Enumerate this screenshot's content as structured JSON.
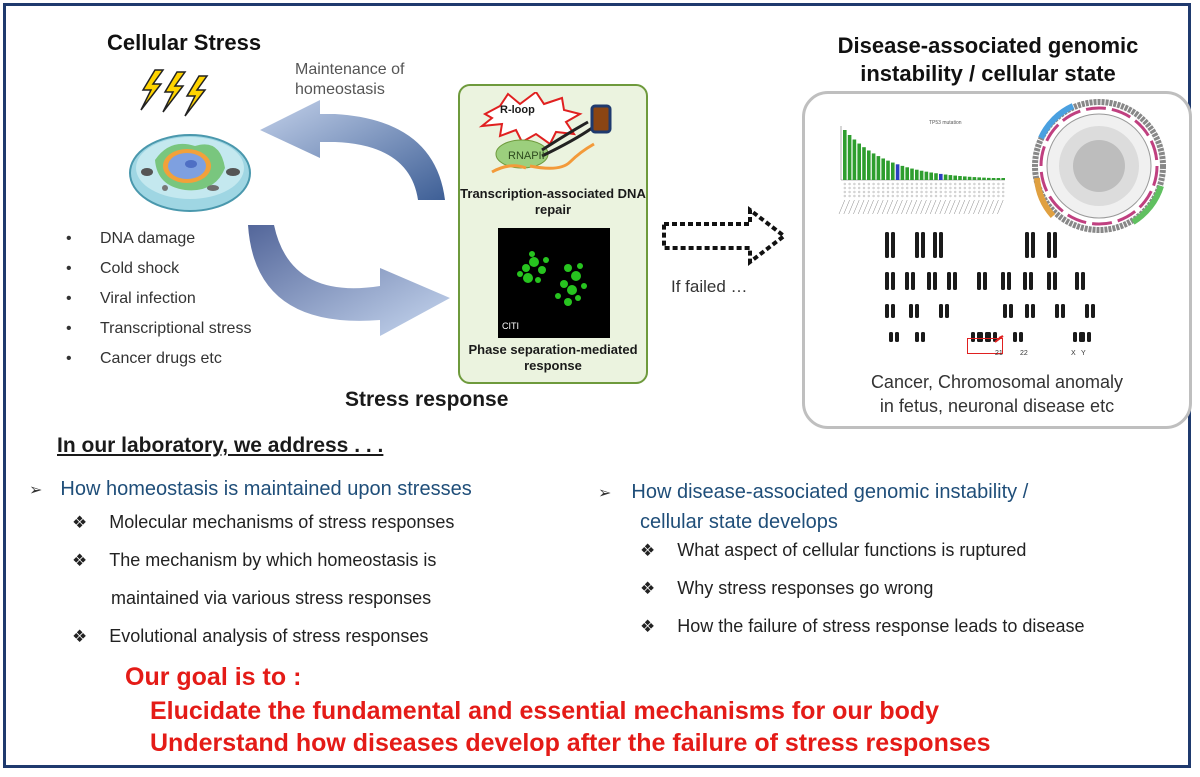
{
  "left": {
    "title": "Cellular Stress",
    "maintenance_label": "Maintenance of\nhomeostasis",
    "stress_items": [
      "DNA damage",
      "Cold shock",
      "Viral infection",
      "Transcriptional stress",
      "Cancer drugs  etc"
    ],
    "stress_response_label": "Stress response"
  },
  "center": {
    "rloop_label": "R-loop",
    "rnapii_label": "RNAPII",
    "repair_label": "Transcription-associated DNA repair",
    "micro_label": "CITI",
    "phase_label": "Phase separation-mediated response",
    "if_failed_label": "If failed …"
  },
  "right": {
    "title_line1": "Disease-associated  genomic",
    "title_line2": "instability / cellular state",
    "chart_title": "TP53 mutation",
    "chr_labels": [
      "21",
      "22",
      "X",
      "Y"
    ],
    "caption_line1": "Cancer, Chromosomal anomaly",
    "caption_line2": "in fetus, neuronal disease etc"
  },
  "address": {
    "heading": "In our laboratory, we address . . .",
    "left_head": "How homeostasis is maintained upon stresses",
    "left_items": [
      "Molecular mechanisms of stress responses",
      "The mechanism by which homeostasis is",
      "maintained via various stress responses",
      "Evolutional analysis of stress responses"
    ],
    "right_head_line1": "How disease-associated genomic instability /",
    "right_head_line2": "cellular state develops",
    "right_items": [
      "What aspect of cellular functions is ruptured",
      "Why stress responses go wrong",
      "How the failure of stress response leads to disease"
    ]
  },
  "goal": {
    "heading": "Our goal is to :",
    "line1": "Elucidate the fundamental and essential mechanisms for our body",
    "line2": "Understand how diseases develop after the failure of stress responses"
  },
  "colors": {
    "frame": "#1f3a6e",
    "accent_blue": "#1f4e79",
    "goal_red": "#e41b17",
    "green_border": "#6e9a3c"
  }
}
